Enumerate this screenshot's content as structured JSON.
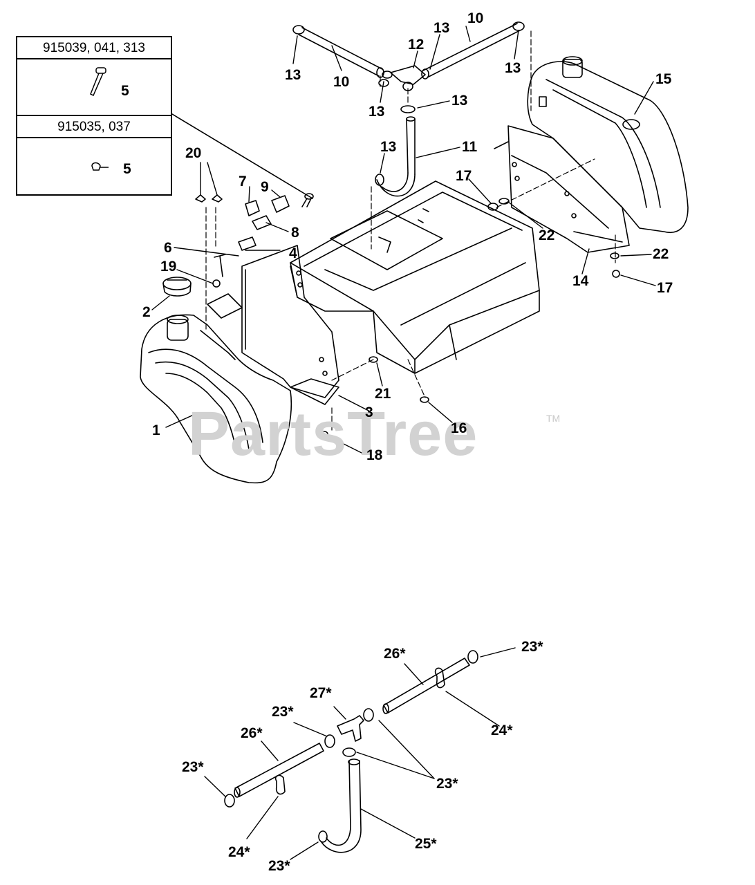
{
  "inset": {
    "model_group_1": "915039, 041, 313",
    "model_group_2": "915035, 037",
    "part_1_callout": "5",
    "part_2_callout": "5"
  },
  "watermark": {
    "brand": "PartsTree",
    "trademark": "TM"
  },
  "callouts": {
    "c10a": "10",
    "c10b": "10",
    "c13a": "13",
    "c13b": "13",
    "c13c": "13",
    "c13d": "13",
    "c13e": "13",
    "c13f": "13",
    "c12": "12",
    "c11": "11",
    "c15": "15",
    "c20": "20",
    "c7": "7",
    "c9": "9",
    "c8": "8",
    "c6": "6",
    "c4": "4",
    "c19": "19",
    "c2": "2",
    "c17a": "17",
    "c22a": "22",
    "c22b": "22",
    "c17b": "17",
    "c14": "14",
    "c21": "21",
    "c3": "3",
    "c16": "16",
    "c1": "1",
    "c18": "18",
    "c26a": "26*",
    "c23a": "23*",
    "c27": "27*",
    "c23b": "23*",
    "c24a": "24*",
    "c26b": "26*",
    "c23c": "23*",
    "c23d": "23*",
    "c24b": "24*",
    "c25": "25*",
    "c23e": "23*"
  },
  "colors": {
    "line": "#000000",
    "watermark": "#d2d2d2"
  }
}
